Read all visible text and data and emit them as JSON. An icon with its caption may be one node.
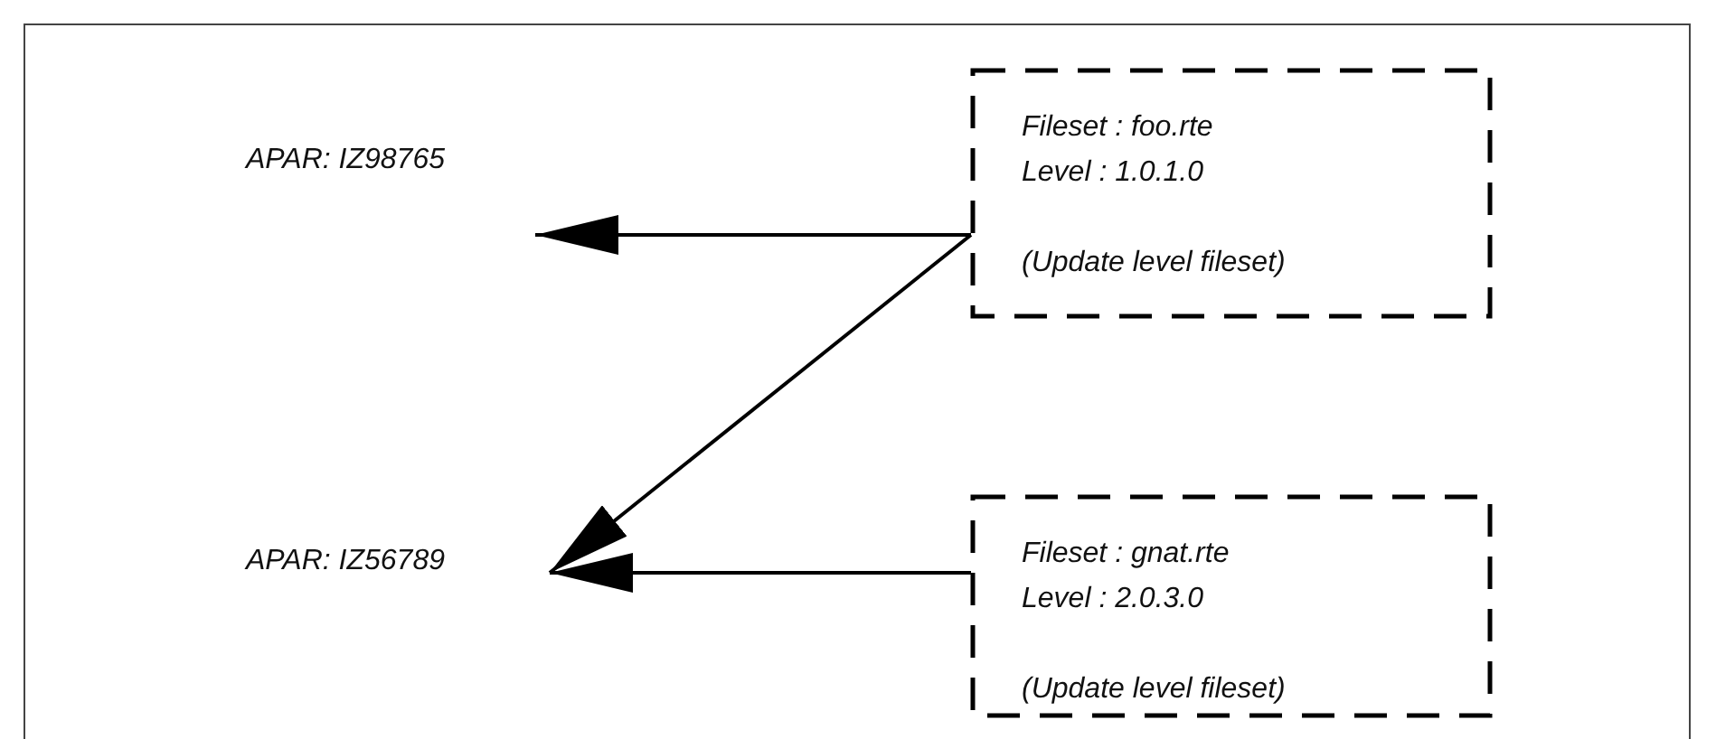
{
  "diagram": {
    "nodes": [
      {
        "text": [
          "APAR: IZ98765"
        ]
      },
      {
        "text": [
          "Fileset : foo.rte",
          "Level : 1.0.1.0",
          "(Update level fileset)"
        ]
      },
      {
        "text": [
          "APAR: IZ56789"
        ]
      },
      {
        "text": [
          "Fileset : gnat.rte",
          "Level : 2.0.3.0",
          "(Update level fileset)"
        ]
      }
    ],
    "edges": [
      {
        "from": 1,
        "to": 0,
        "arrow": "to"
      },
      {
        "from": 1,
        "to": 2,
        "arrow": "to"
      },
      {
        "from": 3,
        "to": 2,
        "arrow": "to"
      }
    ]
  }
}
